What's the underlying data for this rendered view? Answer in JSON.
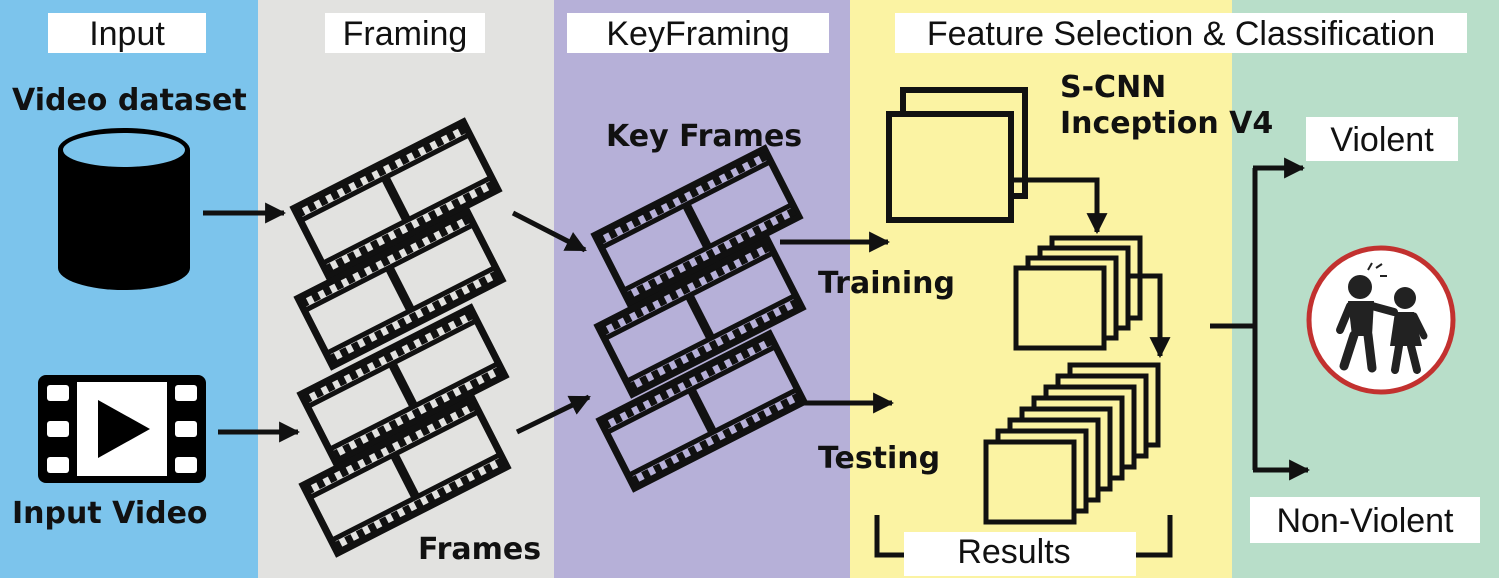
{
  "columns": {
    "input": {
      "title": "Input",
      "color": "#7cc4ec"
    },
    "framing": {
      "title": "Framing",
      "color": "#e2e2e0"
    },
    "keyframing": {
      "title": "KeyFraming",
      "color": "#b6b0d8"
    },
    "feature": {
      "title": "Feature Selection & Classification",
      "color": "#fbf3a3"
    },
    "output": {
      "color": "#b8dec9"
    }
  },
  "input": {
    "video_dataset_label": "Video dataset",
    "input_video_label": "Input Video",
    "database_icon": "database-icon",
    "video_icon": "video-play-icon"
  },
  "framing": {
    "frames_label": "Frames",
    "filmstrip_icon": "filmstrip-icon"
  },
  "keyframing": {
    "key_frames_label": "Key Frames"
  },
  "feature": {
    "model_label_line1": "S-CNN",
    "model_label_line2": "Inception V4",
    "training_label": "Training",
    "testing_label": "Testing",
    "results_label": "Results"
  },
  "output": {
    "violent_label": "Violent",
    "non_violent_label": "Non-Violent",
    "violence_icon": "fighting-people-icon"
  }
}
